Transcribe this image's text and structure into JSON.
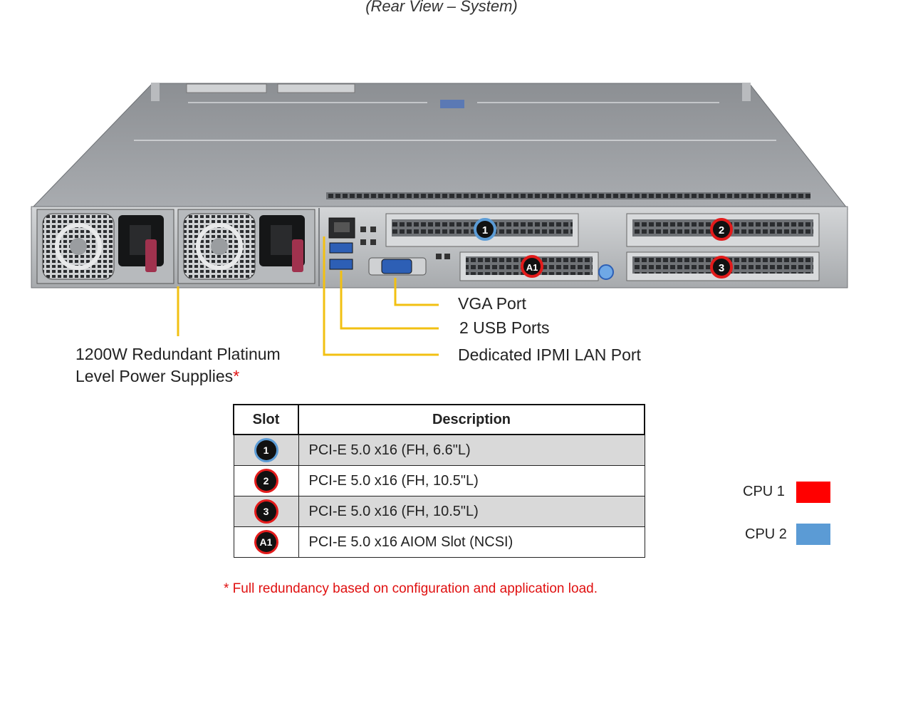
{
  "title": "(Rear View – System)",
  "colors": {
    "cpu1": "#ff0000",
    "cpu2": "#5b9bd5",
    "callout_line": "#f2c012"
  },
  "markers": {
    "slot1": "1",
    "slot2": "2",
    "slot3": "3",
    "slotA1": "A1"
  },
  "callouts": {
    "vga": "VGA Port",
    "usb": "2 USB Ports",
    "ipmi": "Dedicated IPMI  LAN Port",
    "psu_line1": "1200W Redundant  Platinum",
    "psu_line2": "Level Power Supplies",
    "psu_star": "*"
  },
  "table": {
    "headers": {
      "slot": "Slot",
      "description": "Description"
    },
    "rows": [
      {
        "slot": "1",
        "cpu": "cpu2",
        "description": "PCI-E  5.0 x16 (FH,  6.6\"L)"
      },
      {
        "slot": "2",
        "cpu": "cpu1",
        "description": "PCI-E  5.0 x16 (FH,  10.5\"L)"
      },
      {
        "slot": "3",
        "cpu": "cpu1",
        "description": "PCI-E  5.0 x16 (FH,  10.5\"L)"
      },
      {
        "slot": "A1",
        "cpu": "cpu1",
        "description": "PCI-E  5.0 x16 AIOM  Slot (NCSI)"
      }
    ]
  },
  "legend": {
    "cpu1": "CPU  1",
    "cpu2": "CPU  2"
  },
  "footnote": "*  Full redundancy  based  on  configuration  and  application  load."
}
